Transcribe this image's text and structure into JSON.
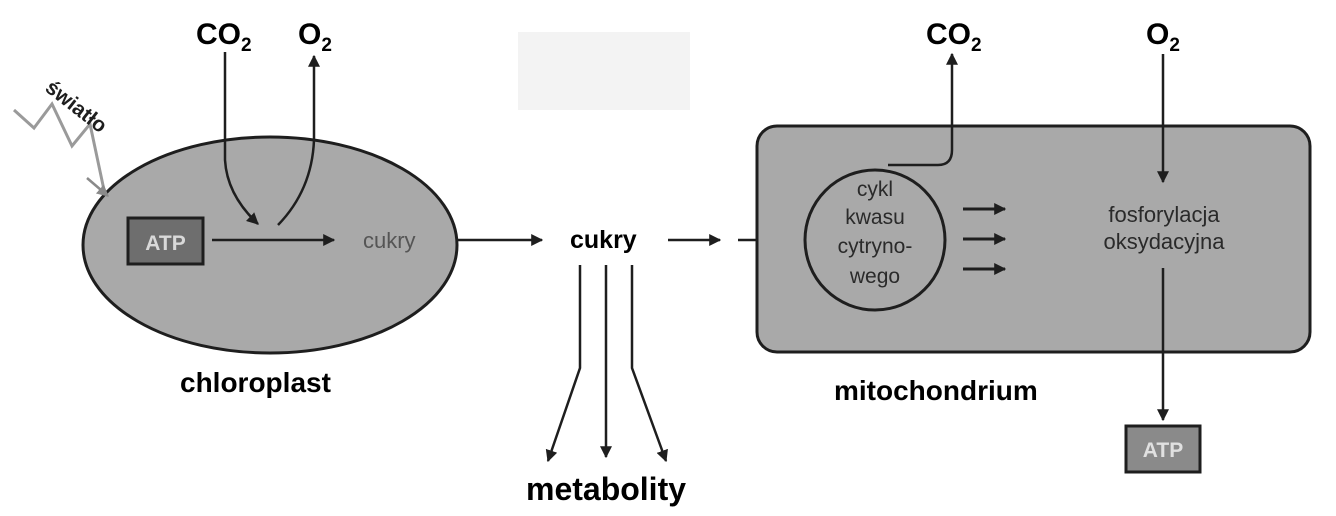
{
  "colors": {
    "organelle_fill": "#a9a9a9",
    "outline": "#1e1e1e",
    "atp_box_chloroplast": "#6e6e6e",
    "atp_box_mito": "#8a8a8a",
    "atp_text": "#d9d9d9",
    "light_wave": "#9a9a9a",
    "faint_text": "#555555",
    "inner_text": "#2a2a2a"
  },
  "chloroplast": {
    "label": "chloroplast",
    "light_label": "światło",
    "co2_label": "CO",
    "co2_sub": "2",
    "o2_label": "O",
    "o2_sub": "2",
    "atp_label": "ATP",
    "sugar_label": "cukry"
  },
  "center": {
    "sugar_label": "cukry",
    "metabolites_label": "metabolity"
  },
  "mitochondrion": {
    "label": "mitochondrium",
    "co2_label": "CO",
    "co2_sub": "2",
    "o2_label": "O",
    "o2_sub": "2",
    "cycle_lines": [
      "cykl",
      "kwasu",
      "cytryno-",
      "wego"
    ],
    "oxphos_lines": [
      "fosforylacja",
      "oksydacyjna"
    ],
    "atp_label": "ATP"
  }
}
